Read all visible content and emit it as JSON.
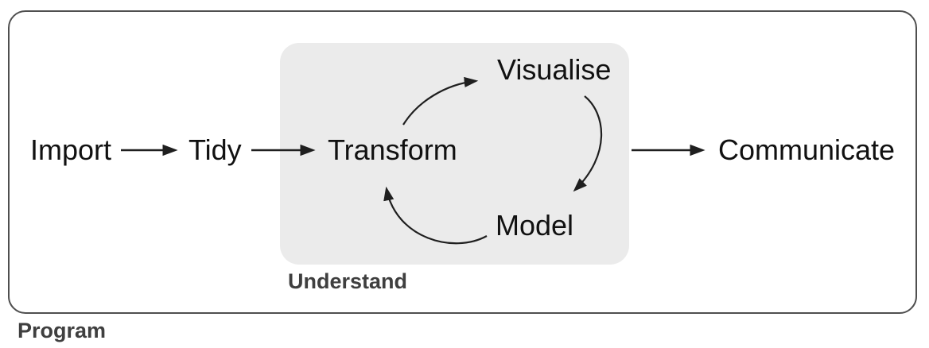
{
  "diagram": {
    "nodes": [
      {
        "id": "import",
        "label": "Import"
      },
      {
        "id": "tidy",
        "label": "Tidy"
      },
      {
        "id": "transform",
        "label": "Transform"
      },
      {
        "id": "visualise",
        "label": "Visualise"
      },
      {
        "id": "model",
        "label": "Model"
      },
      {
        "id": "communicate",
        "label": "Communicate"
      }
    ],
    "groups": [
      {
        "id": "understand",
        "label": "Understand",
        "contains": [
          "transform",
          "visualise",
          "model"
        ]
      },
      {
        "id": "program",
        "label": "Program",
        "contains": [
          "import",
          "tidy",
          "transform",
          "visualise",
          "model"
        ]
      }
    ],
    "edges": [
      {
        "from": "import",
        "to": "tidy",
        "style": "straight"
      },
      {
        "from": "tidy",
        "to": "transform",
        "style": "straight"
      },
      {
        "from": "transform",
        "to": "visualise",
        "style": "curved"
      },
      {
        "from": "visualise",
        "to": "model",
        "style": "curved"
      },
      {
        "from": "model",
        "to": "transform",
        "style": "curved"
      },
      {
        "from": "understand",
        "to": "communicate",
        "style": "straight"
      }
    ],
    "colors": {
      "background": "#ffffff",
      "outer_border": "#4f4f4f",
      "group_fill": "#ebebeb",
      "node_text": "#111111",
      "group_label_text": "#3f3f3f",
      "arrow": "#1f1f1f"
    }
  }
}
